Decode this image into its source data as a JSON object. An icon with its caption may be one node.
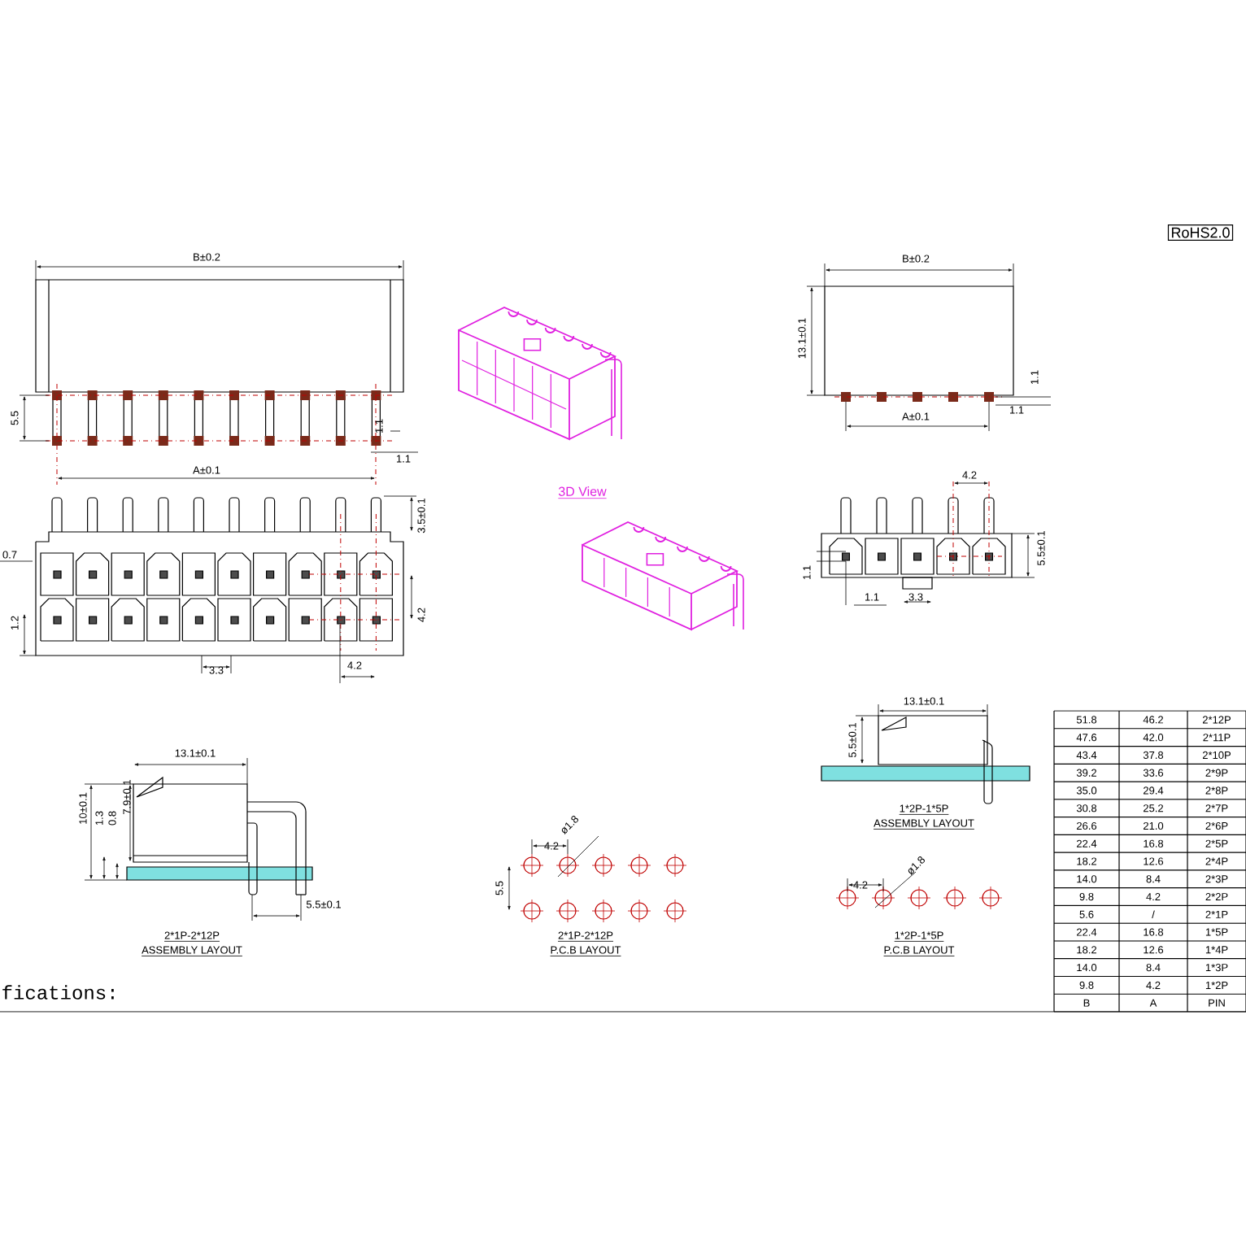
{
  "diagram": {
    "labels": [
      "RoHS2.0",
      "B±0.2",
      "B±0.2",
      "13.1±0.1",
      "5.5",
      "1.1",
      "1.1",
      "A±0.1",
      "1.1",
      "1.1",
      "A±0.1",
      "4.2",
      "3D View",
      "3.5±0.1",
      "5.5±0.1",
      "0.7",
      "1.1",
      "1.1",
      "3.3",
      "4.2",
      "1.2",
      "4.2",
      "3.3",
      "13.1±0.1",
      "13.1±0.1",
      "5.5±0.1",
      "1*2P-1*5P",
      "ASSEMBLY LAYOUT",
      "10±0.1",
      "1.3",
      "0.8",
      "7.9±0.1",
      "ø1.8",
      "4.2",
      "ø1.8",
      "4.2",
      "5.5",
      "5.5±0.1",
      "2*1P-2*12P",
      "ASSEMBLY LAYOUT",
      "2*1P-2*12P",
      "P.C.B LAYOUT",
      "1*2P-1*5P",
      "P.C.B LAYOUT",
      "fications:",
      "51.8",
      "46.2",
      "2*12P",
      "47.6",
      "42.0",
      "2*11P",
      "43.4",
      "37.8",
      "2*10P",
      "39.2",
      "33.6",
      "2*9P",
      "35.0",
      "29.4",
      "2*8P",
      "30.8",
      "25.2",
      "2*7P",
      "26.6",
      "21.0",
      "2*6P",
      "22.4",
      "16.8",
      "2*5P",
      "18.2",
      "12.6",
      "2*4P",
      "14.0",
      "8.4",
      "2*3P",
      "9.8",
      "4.2",
      "2*2P",
      "5.6",
      "/",
      "2*1P",
      "22.4",
      "16.8",
      "1*5P",
      "18.2",
      "12.6",
      "1*4P",
      "14.0",
      "8.4",
      "1*3P",
      "9.8",
      "4.2",
      "1*2P",
      "B",
      "A",
      "PIN"
    ]
  }
}
